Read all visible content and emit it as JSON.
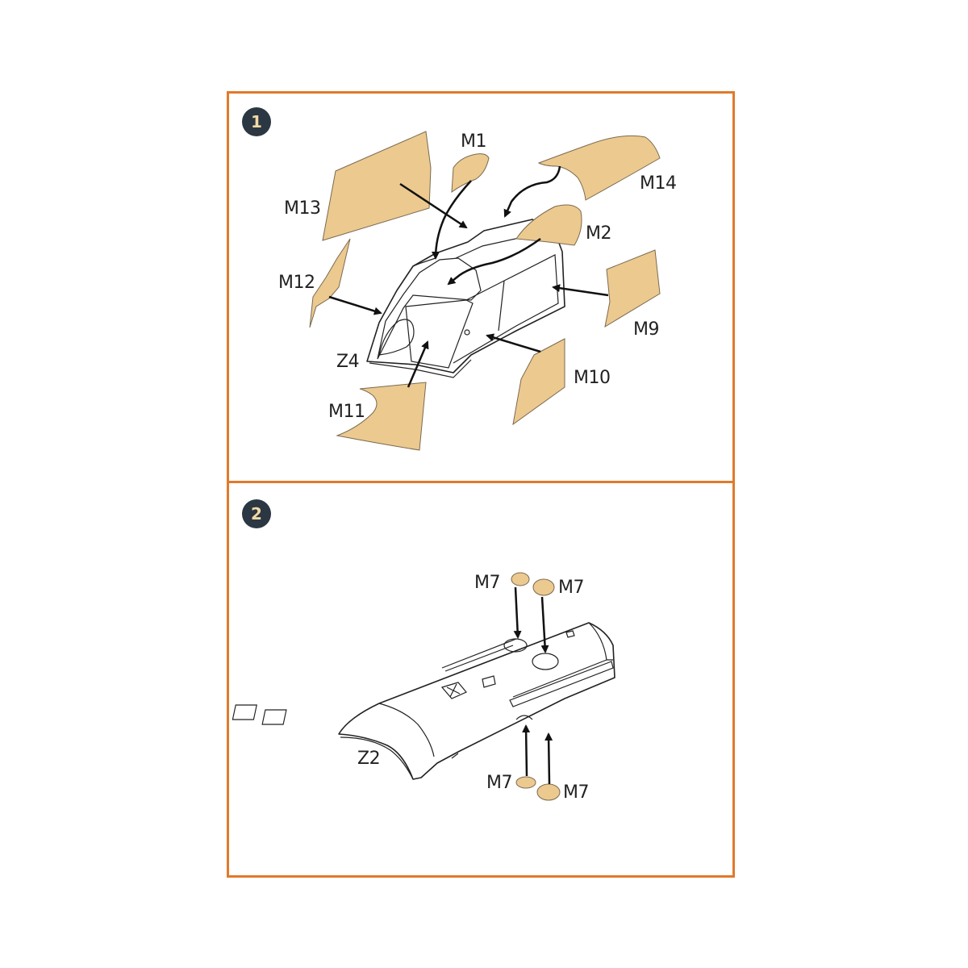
{
  "steps": [
    {
      "number": "1",
      "labels": {
        "m1": "M1",
        "m2": "M2",
        "m9": "M9",
        "m10": "M10",
        "m11": "M11",
        "m12": "M12",
        "m13": "M13",
        "m14": "M14",
        "z4": "Z4"
      }
    },
    {
      "number": "2",
      "labels": {
        "m7_top_left": "M7",
        "m7_top_right": "M7",
        "m7_bottom_left": "M7",
        "m7_bottom_right": "M7",
        "z2": "Z2"
      }
    }
  ],
  "colors": {
    "frame": "#e07a2c",
    "badge": "#2b3742",
    "badge_text": "#f2d9a6",
    "mask": "#ecc98f"
  }
}
